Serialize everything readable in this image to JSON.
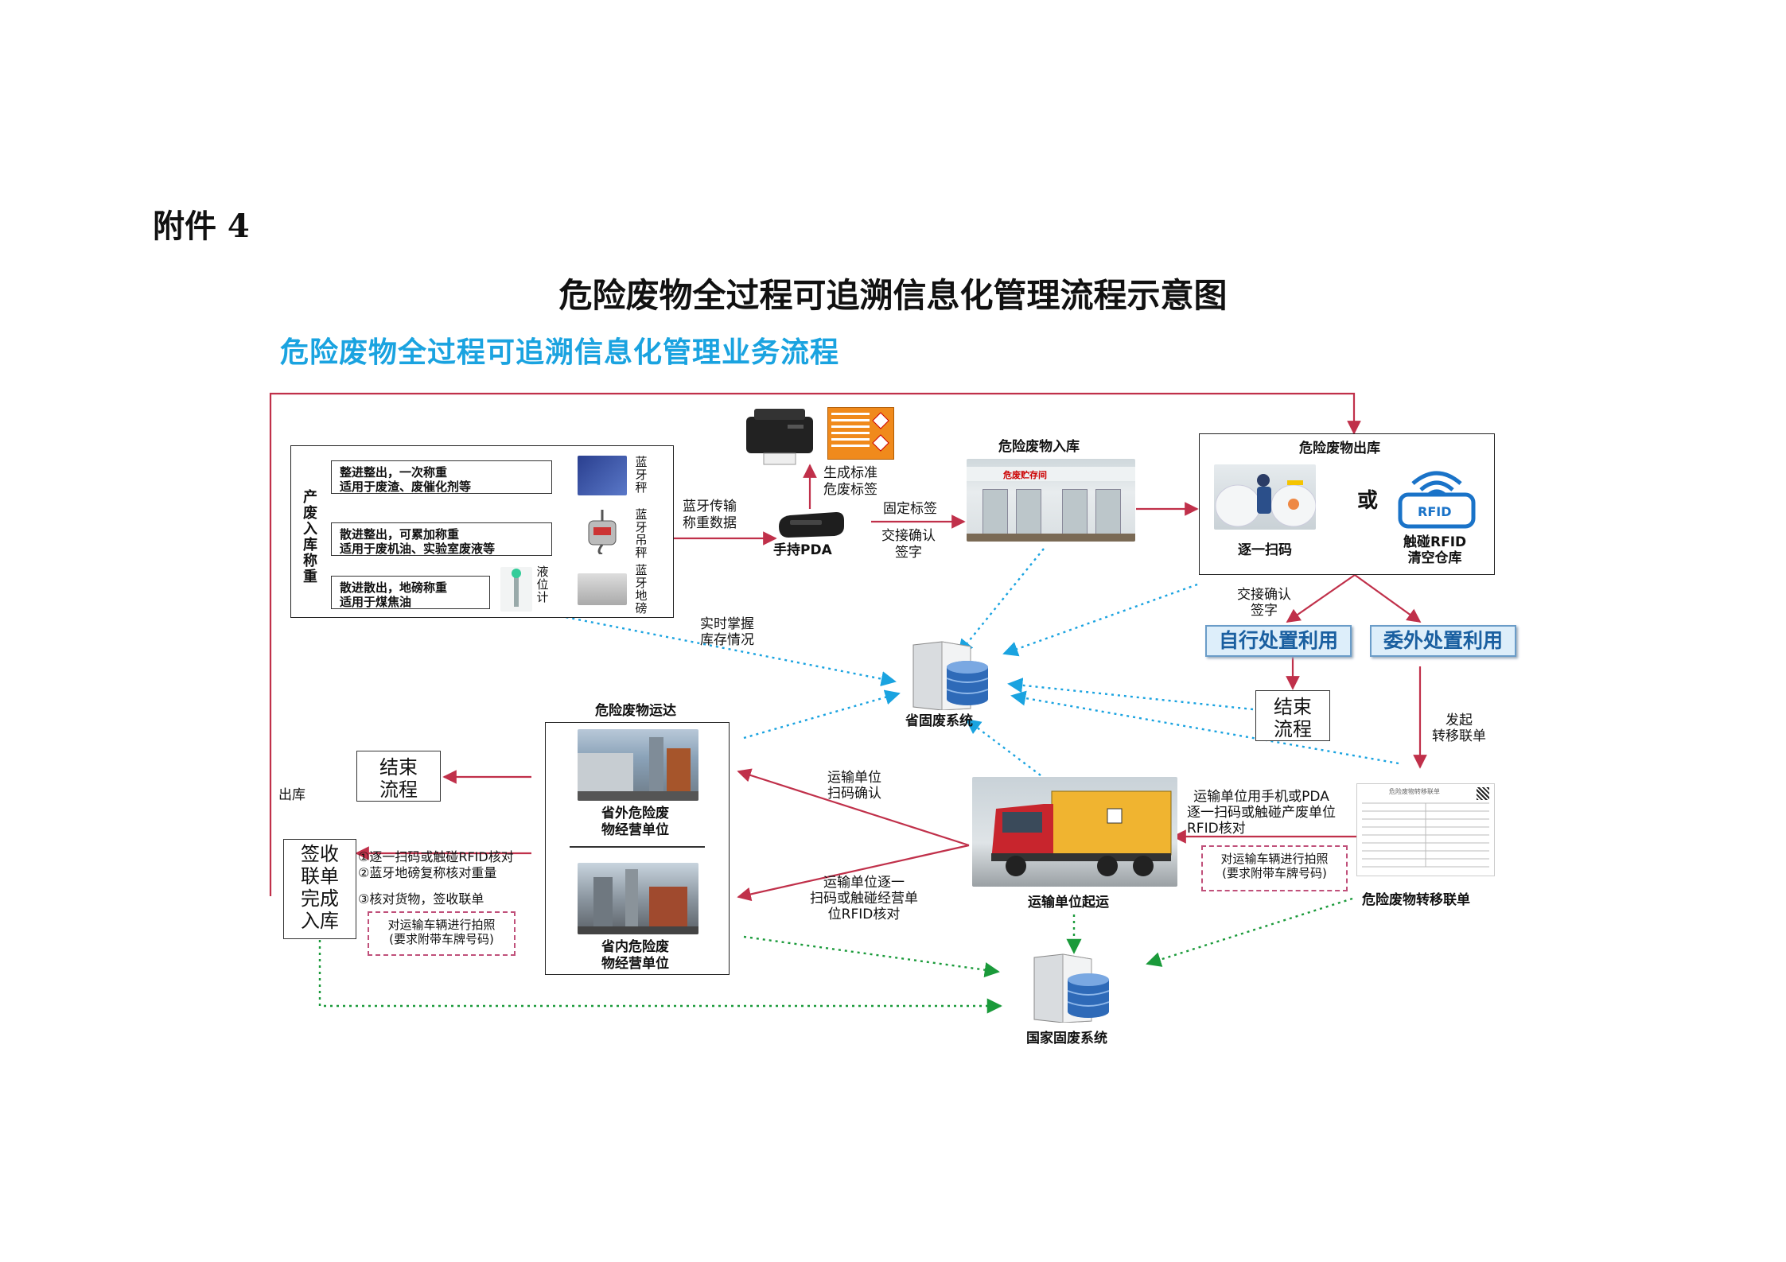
{
  "attachment": "附件 4",
  "main_title": "危险废物全过程可追溯信息化管理流程示意图",
  "blue_title": "危险废物全过程可追溯信息化管理业务流程",
  "colors": {
    "red": "#c0304a",
    "blue_dot": "#1aa3e0",
    "green_dot": "#1a9a3a",
    "title_blue": "#1aa3e0",
    "dispose_bg": "#ddeefa"
  },
  "produce": {
    "side_label": "产废入库称重",
    "row1": {
      "line1": "整进整出，一次称重",
      "line2": "适用于废渣、废催化剂等",
      "device": "蓝牙秤"
    },
    "row2": {
      "line1": "散进整出，可累加称重",
      "line2": "适用于废机油、实验室废液等",
      "device": "蓝牙吊秤"
    },
    "row3": {
      "line1": "散进散出，地磅称重",
      "line2": "适用于煤焦油",
      "device_a": "液位计",
      "device_b": "蓝牙地磅"
    }
  },
  "bt_transfer": {
    "line1": "蓝牙传输",
    "line2": "称重数据"
  },
  "pda": "手持PDA",
  "gen_label": {
    "line1": "生成标准",
    "line2": "危废标签"
  },
  "fix_label": "固定标签",
  "handover1": {
    "line1": "交接确认",
    "line2": "签字"
  },
  "inbound": {
    "title": "危险废物入库",
    "sign": "危废贮存间"
  },
  "outbound": {
    "title": "危险废物出库",
    "scan": "逐一扫码",
    "or": "或",
    "rfid_logo": "RFID",
    "rfid_line1": "触碰RFID",
    "rfid_line2": "清空仓库"
  },
  "handover2": {
    "line1": "交接确认",
    "line2": "签字"
  },
  "self_dispose": "自行处置利用",
  "outsource_dispose": "委外处置利用",
  "end_right": {
    "line1": "结束",
    "line2": "流程"
  },
  "initiate": {
    "line1": "发起",
    "line2": "转移联单"
  },
  "realtime": {
    "line1": "实时掌握",
    "line2": "库存情况"
  },
  "province_system": "省固废系统",
  "national_system": "国家固废系统",
  "transport_block": {
    "title": "危险废物运达",
    "out_unit_line1": "省外危险废",
    "out_unit_line2": "物经营单位",
    "in_unit_line1": "省内危险废",
    "in_unit_line2": "物经营单位"
  },
  "end_left": {
    "line1": "结束",
    "line2": "流程"
  },
  "outbound_left": "出库",
  "sign_box": {
    "line1": "签收",
    "line2": "联单",
    "line3": "完成",
    "line4": "入库"
  },
  "receive_steps": {
    "s1": "①逐一扫码或触碰RFID核对",
    "s2": "②蓝牙地磅复称核对重量",
    "s3": "③核对货物，签收联单"
  },
  "photo_note_left": {
    "line1": "对运输车辆进行拍照",
    "line2": "(要求附带车牌号码)"
  },
  "transport_confirm": {
    "line1": "运输单位",
    "line2": "扫码确认"
  },
  "transport_check": {
    "line1": "运输单位逐一",
    "line2": "扫码或触碰经营单",
    "line3": "位RFID核对"
  },
  "truck_label": "运输单位起运",
  "manifest_label": "危险废物转移联单",
  "manifest_doc_title": "危险废物转移联单",
  "transport_scan": {
    "line1": "运输单位用手机或PDA",
    "line2": "逐一扫码或触碰产废单位",
    "line3": "RFID核对"
  },
  "photo_note_right": {
    "line1": "对运输车辆进行拍照",
    "line2": "(要求附带车牌号码)"
  }
}
